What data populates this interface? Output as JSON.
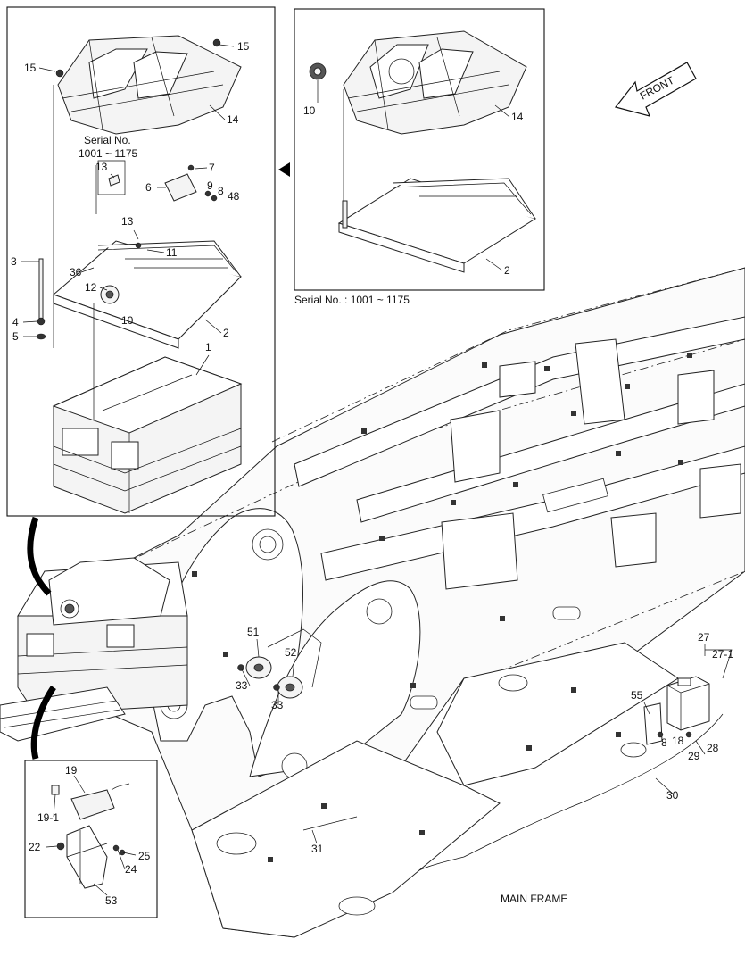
{
  "callouts": {
    "c15a": "15",
    "c15b": "15",
    "c14a": "14",
    "c14b": "14",
    "c10a": "10",
    "c10b": "10",
    "c7": "7",
    "c9": "9",
    "c8a": "8",
    "c48": "48",
    "c6": "6",
    "c13a": "13",
    "c13b": "13",
    "c11": "11",
    "c3": "3",
    "c36": "36",
    "c12": "12",
    "c4": "4",
    "c5": "5",
    "c2a": "2",
    "c2b": "2",
    "c1": "1",
    "c51": "51",
    "c52": "52",
    "c33a": "33",
    "c33b": "33",
    "c27": "27",
    "c27_1": "27-1",
    "c55": "55",
    "c8b": "8",
    "c18": "18",
    "c28": "28",
    "c29": "29",
    "c30": "30",
    "c31": "31",
    "c19": "19",
    "c19_1": "19-1",
    "c22": "22",
    "c25": "25",
    "c24": "24",
    "c53": "53"
  },
  "captions": {
    "serial_left_line1": "Serial No.",
    "serial_left_line2": "1001 ~ 1175",
    "serial_right": "Serial No. : 1001 ~ 1175",
    "front": "FRONT",
    "main_frame": "MAIN FRAME"
  }
}
